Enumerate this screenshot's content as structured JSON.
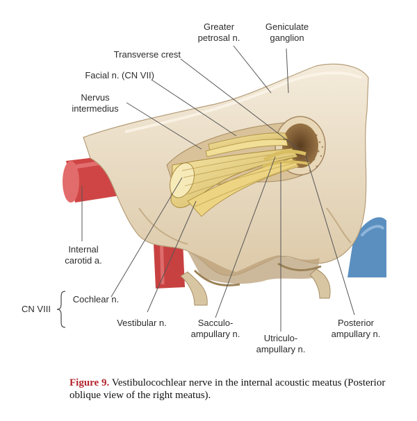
{
  "labels": {
    "greater_petrosal": "Greater\npetrosal n.",
    "geniculate": "Geniculate\nganglion",
    "transverse_crest": "Transverse crest",
    "facial": "Facial n. (CN VII)",
    "nervus_intermedius": "Nervus\nintermedius",
    "internal_carotid": "Internal\ncarotid a.",
    "cn_viii": "CN VIII",
    "cochlear": "Cochlear n.",
    "vestibular": "Vestibular n.",
    "sacculo": "Sacculo-\nampullary n.",
    "utriculo": "Utriculo-\nampullary n.",
    "posterior": "Posterior\nampullary n."
  },
  "caption": {
    "figure_number": "Figure 9.",
    "text": " Vestibulocochlear nerve in the internal acoustic meatus (Posterior oblique view of the right meatus)."
  },
  "colors": {
    "bone": "#efe3cf",
    "bone_shadow": "#c9b48f",
    "nerve": "#efd889",
    "nerve_shadow": "#b5963d",
    "artery": "#d24c4c",
    "vein": "#5f8fbf"
  }
}
